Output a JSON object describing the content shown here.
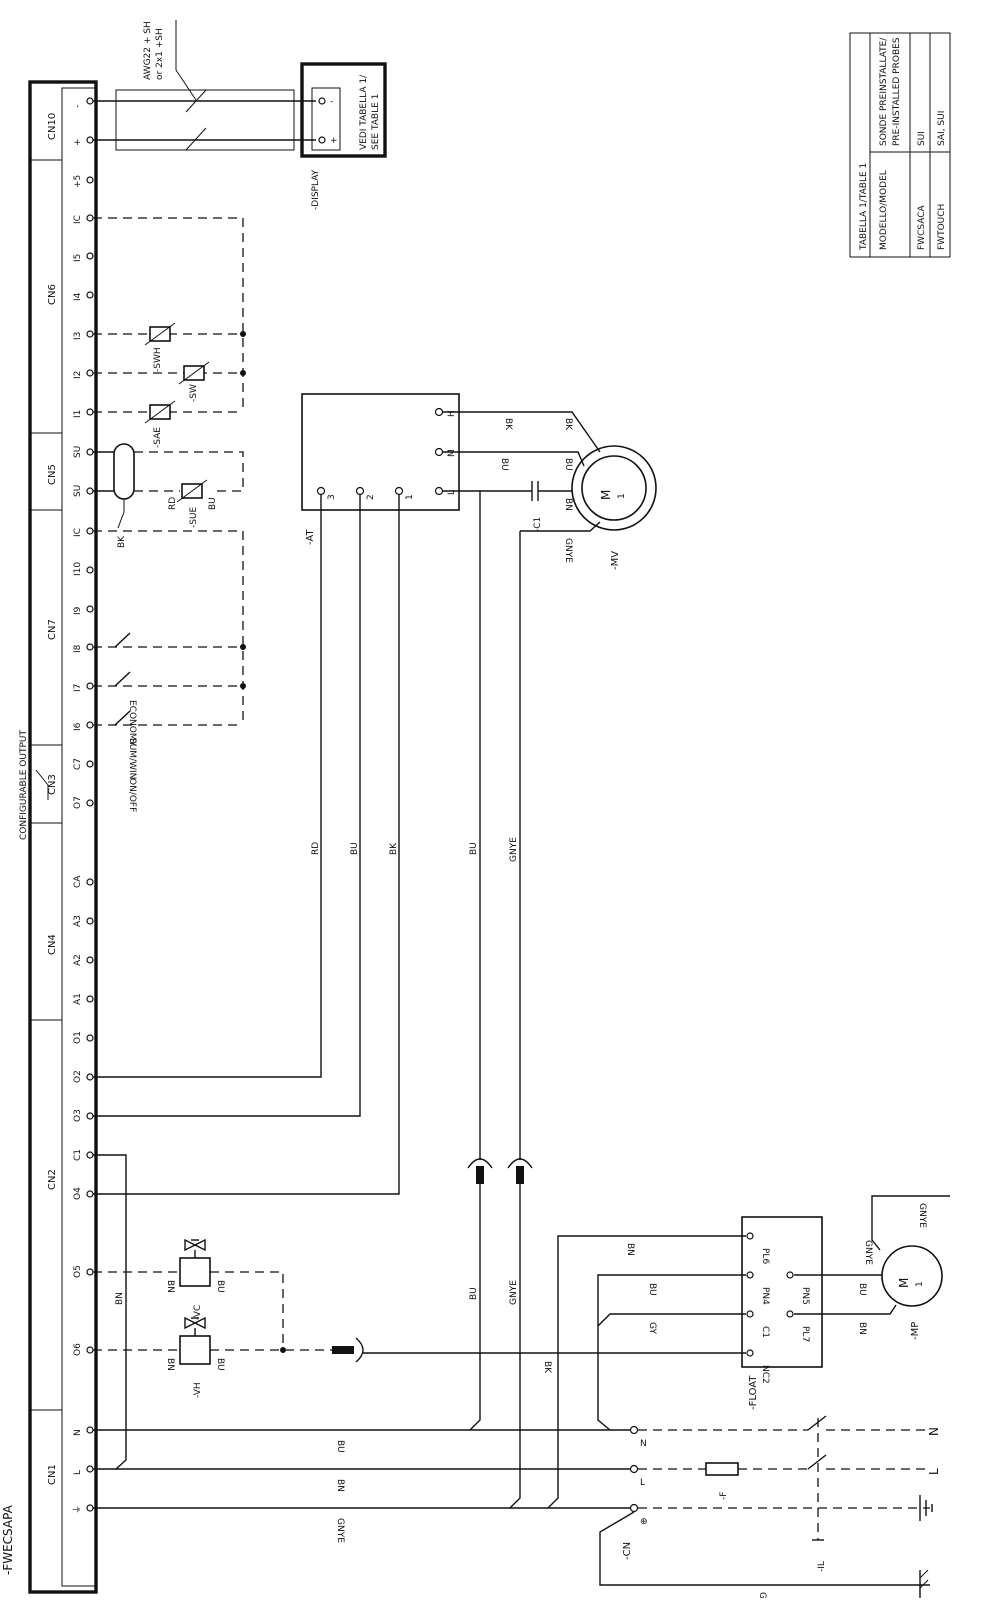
{
  "controller": {
    "name": "-FWECSAPA",
    "configurable_output": "CONFIGURABLE OUTPUT",
    "connectors": [
      {
        "id": "CN10",
        "pins": [
          "+",
          "-"
        ]
      },
      {
        "id": "CN6",
        "pins": [
          "+5",
          "IC",
          "I5",
          "I4",
          "I3",
          "I2",
          "I1"
        ]
      },
      {
        "id": "CN5",
        "pins": [
          "SU",
          "SU"
        ]
      },
      {
        "id": "CN7",
        "pins": [
          "IC",
          "I10",
          "I9",
          "I8",
          "I7",
          "I6"
        ]
      },
      {
        "id": "CN3",
        "pins": [
          "C7",
          "O7"
        ]
      },
      {
        "id": "CN4",
        "pins": [
          "CA",
          "A3",
          "A2",
          "A1"
        ]
      },
      {
        "id": "CN2",
        "pins": [
          "O1",
          "O2",
          "O3",
          "C1",
          "O4",
          "O5",
          "O6"
        ]
      },
      {
        "id": "CN1",
        "pins": [
          "N",
          "L",
          "⏚"
        ]
      }
    ]
  },
  "display": {
    "name": "-DISPLAY",
    "note_line1": "VEDI TABELLA 1/",
    "note_line2": "SEE TABLE 1",
    "cable_line1": "AWG22 + SH",
    "cable_line2": "or 2x1 +SH",
    "terminals": [
      "-",
      "+"
    ]
  },
  "table": {
    "title": "TABELLA 1/TABLE 1",
    "header_model": "MODELLO/MODEL",
    "header_probes_line1": "SONDE PREINSTALLATE/",
    "header_probes_line2": "PRE-INSTALLED PROBES",
    "rows": [
      {
        "model": "FWCSACA",
        "probes": "SUI"
      },
      {
        "model": "FWTOUCH",
        "probes": "SAI, SUI"
      }
    ]
  },
  "probes": [
    "-SWH",
    "-SW",
    "-SAE",
    "-SUE"
  ],
  "inputs": [
    "ECONOMY",
    "SUM/WIN",
    "ON/OFF"
  ],
  "thermostat": {
    "name": "-AT",
    "terminals": [
      "3",
      "2",
      "1",
      "L",
      "M",
      "H"
    ]
  },
  "fan_motor": {
    "name": "-MV",
    "symbol": "M",
    "phase": "1",
    "capacitor": "-C1"
  },
  "pump_motor": {
    "name": "-MP",
    "symbol": "M",
    "phase": "1"
  },
  "float": {
    "name": "-FLOAT",
    "terminals": [
      "PL6",
      "PN4",
      "C1",
      "NC2",
      "PN5",
      "PL7"
    ]
  },
  "valves": [
    "-VC",
    "-VH"
  ],
  "supply": {
    "name": "-CN",
    "fuse": "-F",
    "switch": "-IL",
    "terminals": [
      "N",
      "L",
      "⊕"
    ]
  },
  "wire_colors": [
    "RD",
    "BU",
    "BK",
    "BN",
    "GNYE",
    "GY"
  ]
}
